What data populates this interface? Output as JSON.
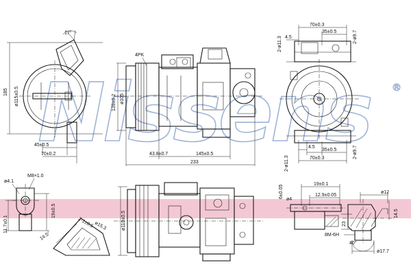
{
  "watermark": {
    "brand": "Nissens",
    "registered": "®",
    "color": "#9fb4d8"
  },
  "band_color": "#f3c8d4",
  "labels": {
    "v1_angle": "17°",
    "v1_dia": "ø115±0.5",
    "v1_height": "185",
    "v1_w45": "45±0.5",
    "v1_w70": "70±0.2",
    "v2_4pk": "4PK",
    "v2_d105": "ø105",
    "v2_h139": "139±0.2",
    "v2_438": "43.8±0.7",
    "v2_145": "145±0.5",
    "v2_233": "233",
    "v3_70": "70±0.3",
    "v3_35": "35±0.5",
    "v3_45": "4.5",
    "v3_113": "2-ø11.3",
    "v3_97": "2-ø9.7",
    "v4_70": "70±0.3",
    "v4_35": "35±0.5",
    "v4_45": "4.5",
    "v4_113": "2-ø11.3",
    "v4_97": "2-ø9.7",
    "v5_d41": "ø4.1",
    "v5_m8": "M8×1.0",
    "v5_19": "19±0.5",
    "v5_117": "11.7±0.1",
    "v6_145": "14.5°",
    "v6_21": "2-1±0.5",
    "v6_d15": "ø15.3",
    "v7_d110": "ø110±0.5",
    "v8_d4": "ø4",
    "v8_19": "19±0.1",
    "v8_129": "12.9±0.05",
    "v8_6": "6±0.05",
    "v8_23": "23",
    "v9_d12": "ø12",
    "v9_14": "14.5",
    "v9_8m": "8M-6H",
    "v9_40": "40°",
    "v9_d177": "ø17.7"
  }
}
